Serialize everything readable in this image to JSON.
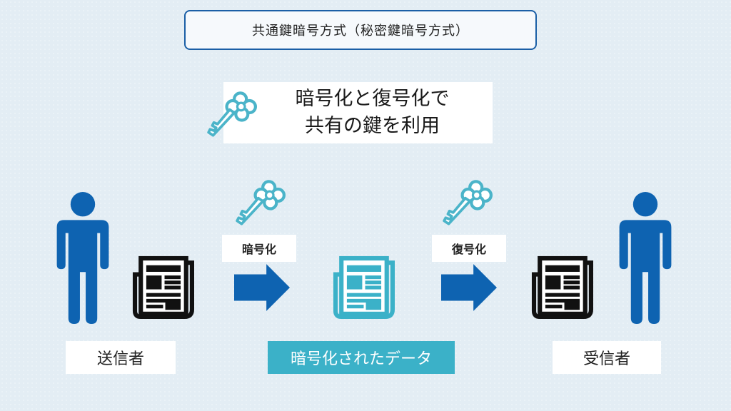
{
  "title": "共通鍵暗号方式（秘密鍵暗号方式）",
  "callout": {
    "line1": "暗号化と復号化で",
    "line2": "共有の鍵を利用"
  },
  "steps": {
    "encrypt": "暗号化",
    "decrypt": "復号化"
  },
  "labels": {
    "sender": "送信者",
    "encrypted_data": "暗号化されたデータ",
    "receiver": "受信者"
  },
  "colors": {
    "person_blue": "#0e63b1",
    "arrow_blue": "#0e63b1",
    "key_teal": "#4bb4c9",
    "encrypted_doc": "#3bb1c8",
    "plain_doc": "#111111"
  },
  "icons": [
    "key-icon",
    "person-icon",
    "document-icon",
    "arrow-right-icon"
  ]
}
